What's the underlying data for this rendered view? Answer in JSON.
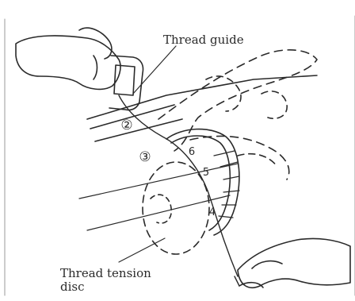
{
  "labels": {
    "thread_guide": "Thread guide",
    "tension_disc_line1": "Thread tension",
    "tension_disc_line2": "disc"
  },
  "steps": {
    "step2": "②",
    "step3": "③"
  },
  "dial_numbers": {
    "top": "6",
    "middle": "5",
    "bottom": "4"
  },
  "colors": {
    "ink": "#2a2a2a",
    "background": "#ffffff"
  }
}
